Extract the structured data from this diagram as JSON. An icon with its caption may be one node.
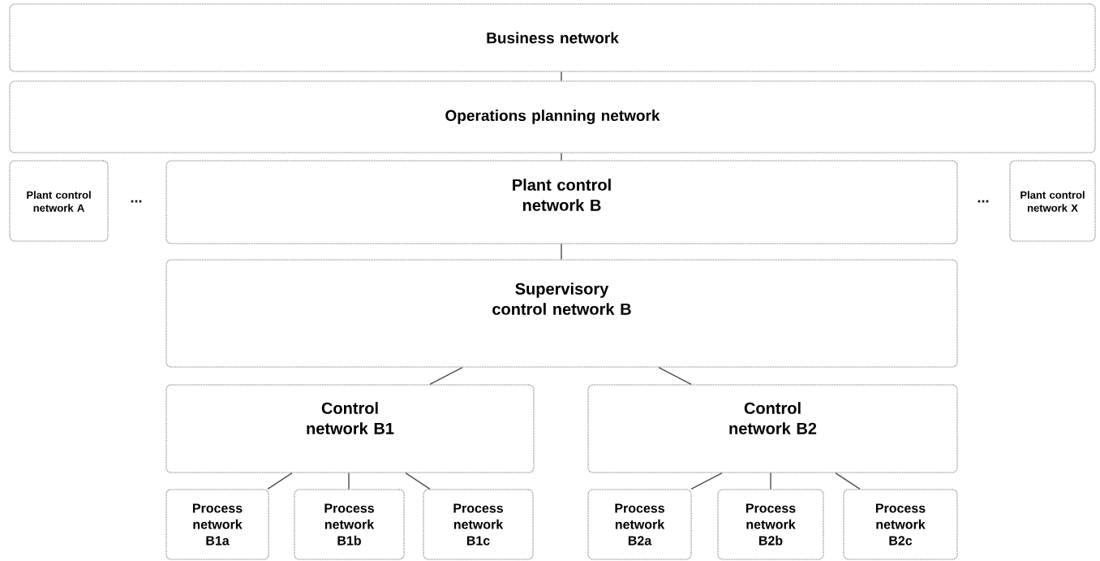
{
  "diagram": {
    "nodes": [
      {
        "text": [
          "Business network"
        ]
      },
      {
        "text": [
          "Operations planning network"
        ]
      },
      {
        "text": [
          "Plant control network A"
        ]
      },
      {
        "text": [
          "Plant control network B"
        ]
      },
      {
        "text": [
          "Plant control network X"
        ]
      },
      {
        "text": [
          "Supervisory control network B"
        ]
      },
      {
        "text": [
          "Control network B1"
        ]
      },
      {
        "text": [
          "Control network B2"
        ]
      },
      {
        "text": [
          "Process network B1a"
        ]
      },
      {
        "text": [
          "Process network B1b"
        ]
      },
      {
        "text": [
          "Process network B1c"
        ]
      },
      {
        "text": [
          "Process network B2a"
        ]
      },
      {
        "text": [
          "Process network B2b"
        ]
      },
      {
        "text": [
          "Process network B2c"
        ]
      }
    ],
    "edges": [
      {
        "from": 0,
        "to": 1,
        "arrow": "none"
      },
      {
        "from": 1,
        "to": 3,
        "arrow": "none"
      },
      {
        "from": 3,
        "to": 5,
        "arrow": "none"
      },
      {
        "from": 5,
        "to": 6,
        "arrow": "none"
      },
      {
        "from": 5,
        "to": 7,
        "arrow": "none"
      },
      {
        "from": 6,
        "to": 8,
        "arrow": "none"
      },
      {
        "from": 6,
        "to": 9,
        "arrow": "none"
      },
      {
        "from": 6,
        "to": 10,
        "arrow": "none"
      },
      {
        "from": 7,
        "to": 11,
        "arrow": "none"
      },
      {
        "from": 7,
        "to": 12,
        "arrow": "none"
      },
      {
        "from": 7,
        "to": 13,
        "arrow": "none"
      }
    ],
    "labels": [
      "...",
      "..."
    ]
  }
}
